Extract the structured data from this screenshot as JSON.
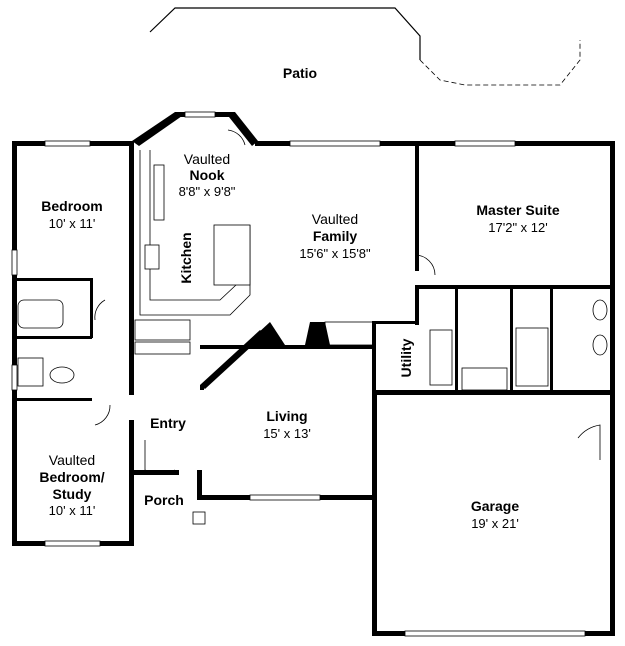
{
  "patio": "Patio",
  "rooms": {
    "nook": {
      "line1": "Vaulted",
      "line2": "Nook",
      "dims": "8'8\" x 9'8\""
    },
    "kitchen": {
      "name": "Kitchen"
    },
    "family": {
      "line1": "Vaulted",
      "line2": "Family",
      "dims": "15'6\" x 15'8\""
    },
    "master": {
      "name": "Master Suite",
      "dims": "17'2\" x 12'"
    },
    "bedroom": {
      "name": "Bedroom",
      "dims": "10' x 11'"
    },
    "study": {
      "line1": "Vaulted",
      "line2": "Bedroom/",
      "line3": "Study",
      "dims": "10' x 11'"
    },
    "utility": {
      "name": "Utility"
    },
    "entry": {
      "name": "Entry"
    },
    "living": {
      "name": "Living",
      "dims": "15' x 13'"
    },
    "porch": {
      "name": "Porch"
    },
    "garage": {
      "name": "Garage",
      "dims": "19' x 21'"
    }
  }
}
